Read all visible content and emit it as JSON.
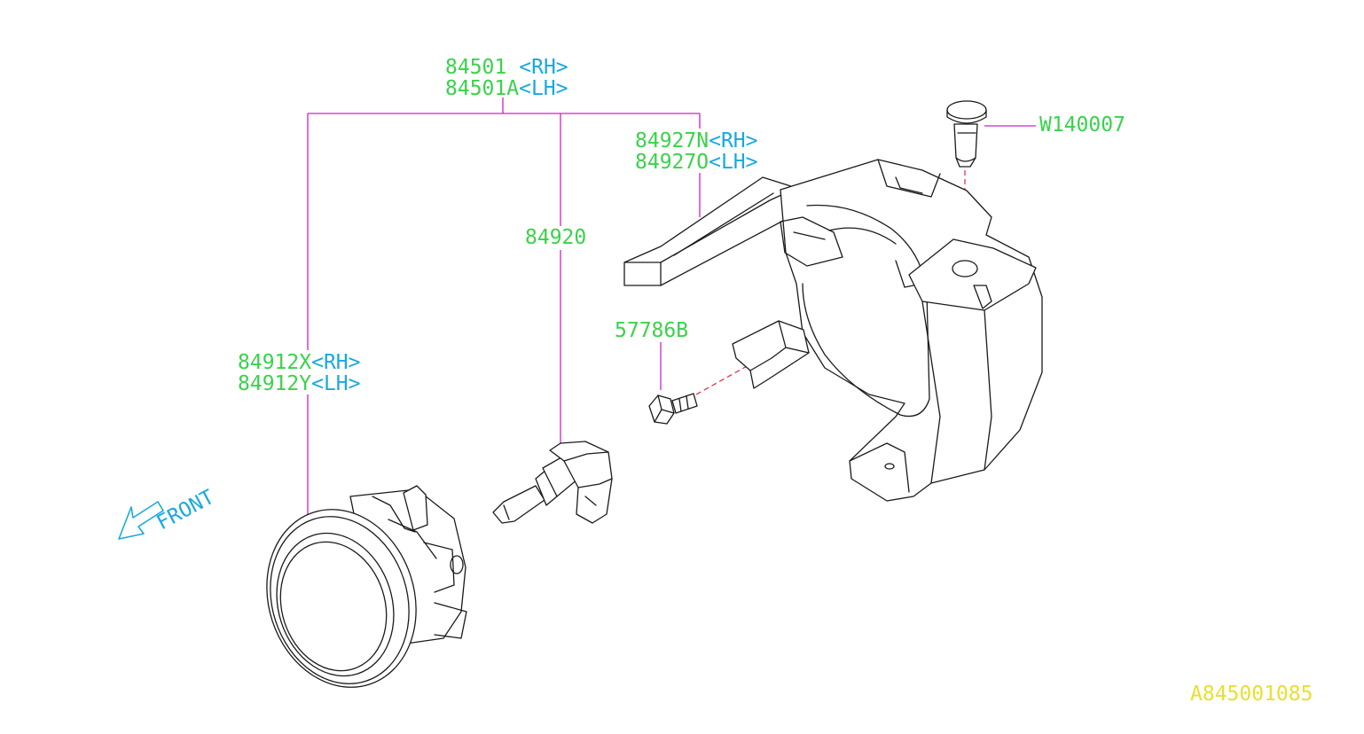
{
  "colors": {
    "part_number": "#3ad24a",
    "side_code": "#19a8e0",
    "leader_line": "#d020c8",
    "hidden_line": "#e0283c",
    "drawing_id": "#e8e030",
    "linework": "#1a1a1a"
  },
  "callouts": {
    "fog_lamp_assy": {
      "pn_rh": "84501",
      "side_rh": "<RH>",
      "pn_lh": "84501A",
      "side_lh": "<LH>"
    },
    "cover": {
      "pn_rh": "84927N",
      "side_rh": "<RH>",
      "pn_lh": "84927O",
      "side_lh": "<LH>"
    },
    "bulb": {
      "pn": "84920"
    },
    "lamp_unit": {
      "pn_rh": "84912X",
      "side_rh": "<RH>",
      "pn_lh": "84912Y",
      "side_lh": "<LH>"
    },
    "screw": {
      "pn": "57786B"
    },
    "clip": {
      "pn": "W140007"
    }
  },
  "front_indicator": {
    "label": "FRONT"
  },
  "drawing_id": "A845001085"
}
